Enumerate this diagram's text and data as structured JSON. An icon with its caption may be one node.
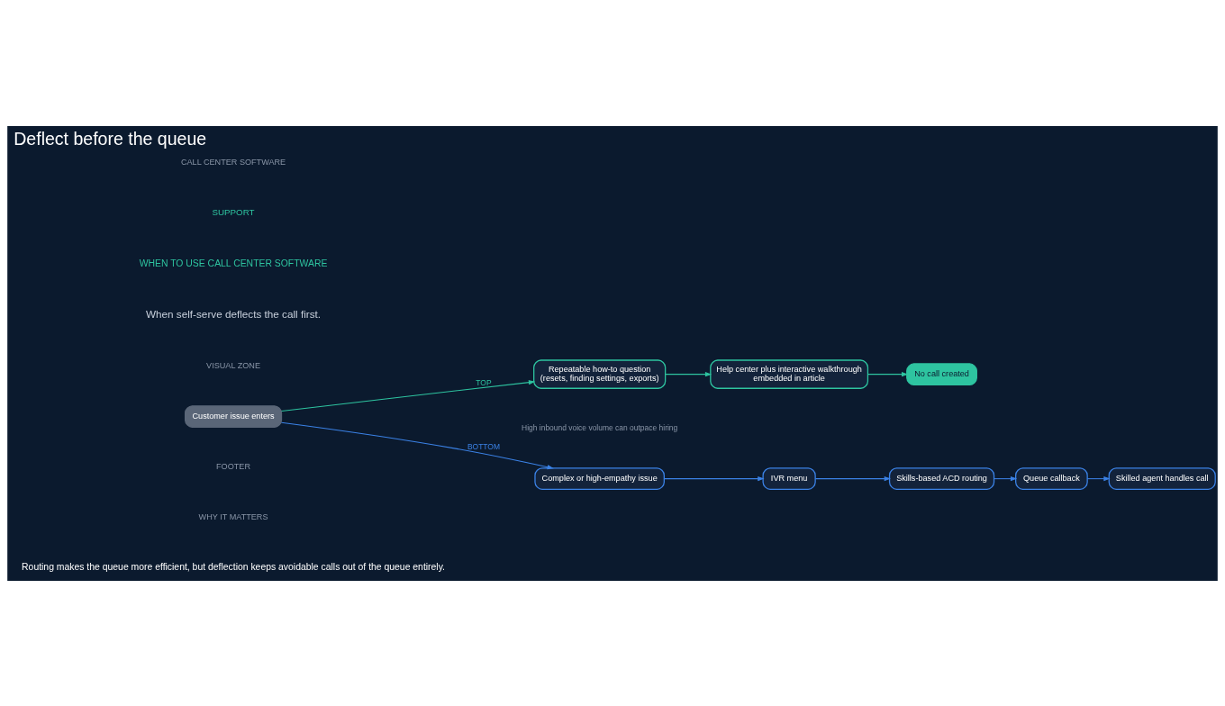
{
  "diagram": {
    "title": "Deflect before the queue",
    "nodes": [
      {
        "text": [
          "Customer issue enters"
        ]
      },
      {
        "text": [
          "Repeatable how-to question",
          "(resets, finding settings, exports)"
        ]
      },
      {
        "text": [
          "Help center plus interactive walkthrough",
          "embedded in article"
        ]
      },
      {
        "text": [
          "No call created"
        ]
      },
      {
        "text": [
          "Complex or high-empathy issue"
        ]
      },
      {
        "text": [
          "IVR menu"
        ]
      },
      {
        "text": [
          "Skills-based ACD routing"
        ]
      },
      {
        "text": [
          "Queue callback"
        ]
      },
      {
        "text": [
          "Skilled agent handles call"
        ]
      }
    ],
    "edges": [
      {
        "from": 0,
        "to": 1,
        "arrow": "to",
        "label": "TOP",
        "color": "#2ec4a0"
      },
      {
        "from": 0,
        "to": 4,
        "arrow": "to",
        "label": "BOTTOM"
      },
      {
        "from": 1,
        "to": 2,
        "arrow": "to",
        "color": "#2ec4a0"
      },
      {
        "from": 2,
        "to": 3,
        "arrow": "to",
        "color": "#2ec4a0"
      },
      {
        "from": 4,
        "to": 5,
        "arrow": "to"
      },
      {
        "from": 5,
        "to": 6,
        "arrow": "to"
      },
      {
        "from": 6,
        "to": 7,
        "arrow": "to"
      },
      {
        "from": 7,
        "to": 8,
        "arrow": "to"
      }
    ],
    "labels": [
      "CALL CENTER SOFTWARE",
      "SUPPORT",
      "WHEN TO USE CALL CENTER SOFTWARE",
      "When self-serve deflects the call first.",
      "VISUAL ZONE",
      "High inbound voice volume can outpace hiring",
      "FOOTER",
      "WHY IT MATTERS",
      "Routing makes the queue more efficient, but deflection keeps avoidable calls out of the queue entirely."
    ]
  }
}
